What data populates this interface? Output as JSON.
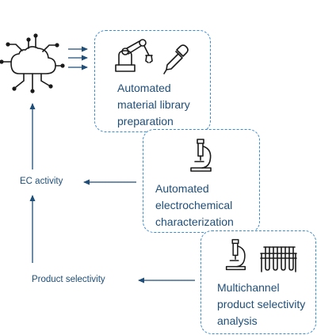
{
  "boxes": [
    {
      "text": "Automated\nmaterial library\npreparation"
    },
    {
      "text": "Automated\nelectrochemical\ncharacterization"
    },
    {
      "text": "Multichannel\nproduct selectivity\nanalysis"
    }
  ],
  "side_labels": {
    "ec_activity": "EC activity",
    "product_selectivity": "Product selectivity"
  },
  "colors": {
    "accent": "#1f4e79",
    "box_border": "#3b8bd0",
    "icon": "#1a1a1a"
  }
}
